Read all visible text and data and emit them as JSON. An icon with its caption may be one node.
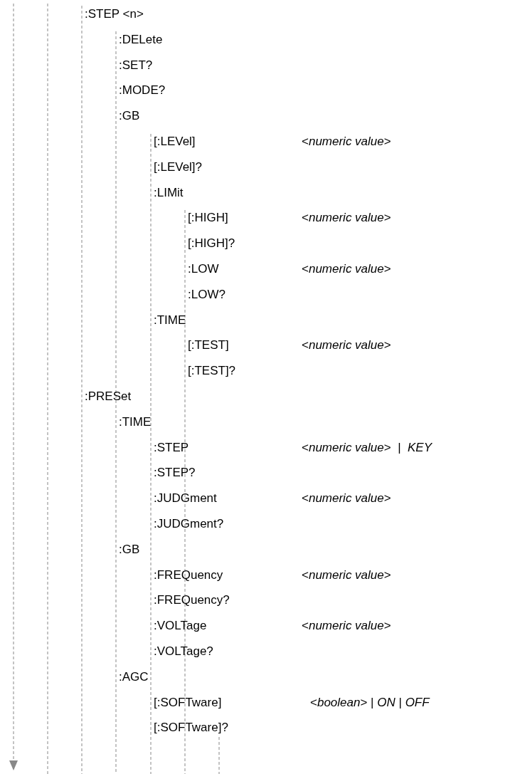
{
  "diagram": {
    "labels": [
      ":STEP <n>",
      ":DELete",
      ":SET?",
      ":MODE?",
      ":GB",
      "[:LEVel]",
      "<*numeric value*>",
      "[:LEVel]?",
      ":LIMit",
      "[:HIGH]",
      "<*numeric value*>",
      "[:HIGH]?",
      ":LOW",
      "<*numeric value*>",
      ":LOW?",
      ":TIME",
      "[:TEST]",
      "<*numeric value*>",
      "[:TEST]?",
      ":PRESet",
      ":TIME",
      ":STEP",
      "<*numeric value*>  |  *KEY*",
      ":STEP?",
      ":JUDGment",
      "<*numeric value*>",
      ":JUDGment?",
      ":GB",
      ":FREQuency",
      "<*numeric value*>",
      ":FREQuency?",
      ":VOLTage",
      "<*numeric value*>",
      ":VOLTage?",
      ":AGC",
      "[:SOFTware]",
      "<*boolean*> | *ON* | *OFF*",
      "[:SOFTware]?"
    ]
  }
}
